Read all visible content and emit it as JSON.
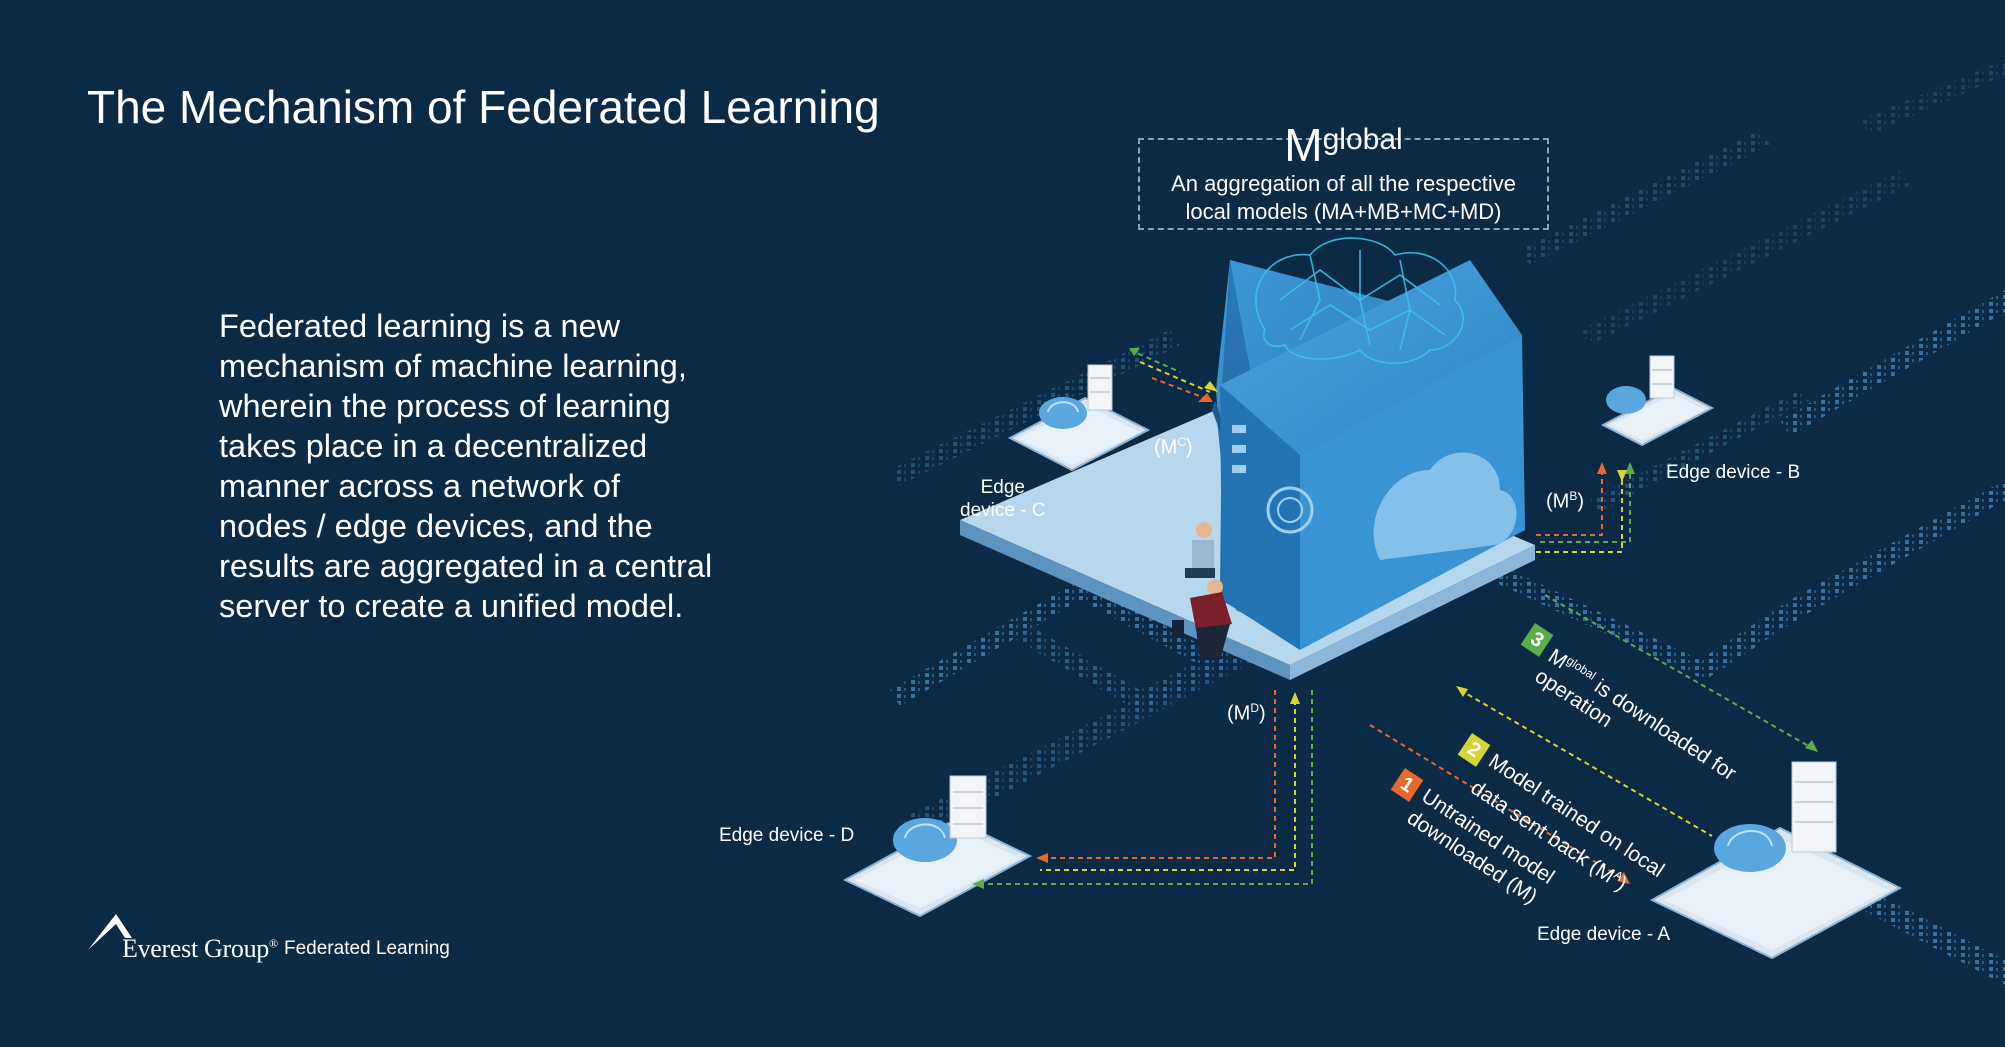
{
  "slide": {
    "title": "The Mechanism of Federated Learning",
    "body_lines": [
      "Federated learning is a new",
      "mechanism of machine learning,",
      "wherein the process of learning",
      "takes place in a decentralized",
      "manner across a network of",
      "nodes / edge devices, and the",
      "results are aggregated in a central",
      "server to create a unified model."
    ]
  },
  "global_model": {
    "symbol": "M",
    "superscript": "global",
    "line1": "An aggregation of all the respective",
    "line2": "local models (MA+MB+MC+MD)"
  },
  "devices": {
    "a": "Edge device - A",
    "b": "Edge device - B",
    "c_line1": "Edge",
    "c_line2": "device - C",
    "d": "Edge device - D"
  },
  "model_labels": {
    "b": "B",
    "c": "C",
    "d": "D"
  },
  "steps": [
    {
      "number": "1",
      "color": "#e8692c",
      "line1": "Untrained model",
      "line2": "downloaded (M)"
    },
    {
      "number": "2",
      "color": "#d7d531",
      "line1": "Model trained on local",
      "line2": "data sent back (M",
      "sup": "A",
      "line2_end": ")"
    },
    {
      "number": "3",
      "color": "#5aae4a",
      "line1_pre": "M",
      "sup": "global",
      "line1_post": " is downloaded for",
      "line2": "operation"
    }
  ],
  "arrow_colors": {
    "orange": "#e8692c",
    "yellow": "#d7d531",
    "green": "#5aae4a"
  },
  "brand": {
    "name": "Everest Group",
    "registered": "®",
    "product": "Federated Learning"
  }
}
